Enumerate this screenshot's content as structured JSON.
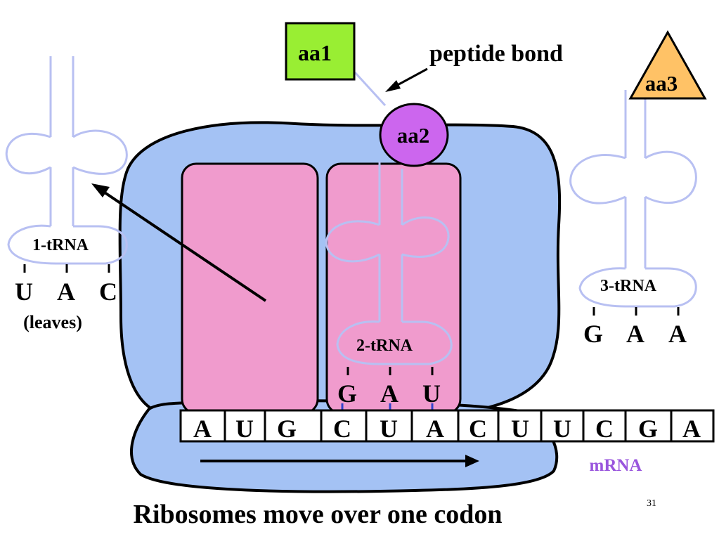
{
  "amino_acids": {
    "aa1": "aa1",
    "aa2": "aa2",
    "aa3": "aa3"
  },
  "labels": {
    "peptide_bond": "peptide bond",
    "trna1": "1-tRNA",
    "trna2": "2-tRNA",
    "trna3": "3-tRNA",
    "leaves": "(leaves)",
    "mrna": "mRNA",
    "caption": "Ribosomes move over one codon",
    "slide_number": "31"
  },
  "anticodons": {
    "trna1": [
      "U",
      "A",
      "C"
    ],
    "trna2": [
      "G",
      "A",
      "U"
    ],
    "trna3": [
      "G",
      "A",
      "A"
    ]
  },
  "mrna_bases": [
    "A",
    "U",
    "G",
    "C",
    "U",
    "A",
    "C",
    "U",
    "U",
    "C",
    "G",
    "A"
  ],
  "colors": {
    "ribosome": "#a4c2f4",
    "site": "#f09bcd",
    "aa1": "#99ee33",
    "aa2": "#cc66ee",
    "aa3": "#ffc266",
    "trna_outline": "#b8c0f2",
    "mrna_label": "#9955dd",
    "pairing": "#3344cc"
  }
}
